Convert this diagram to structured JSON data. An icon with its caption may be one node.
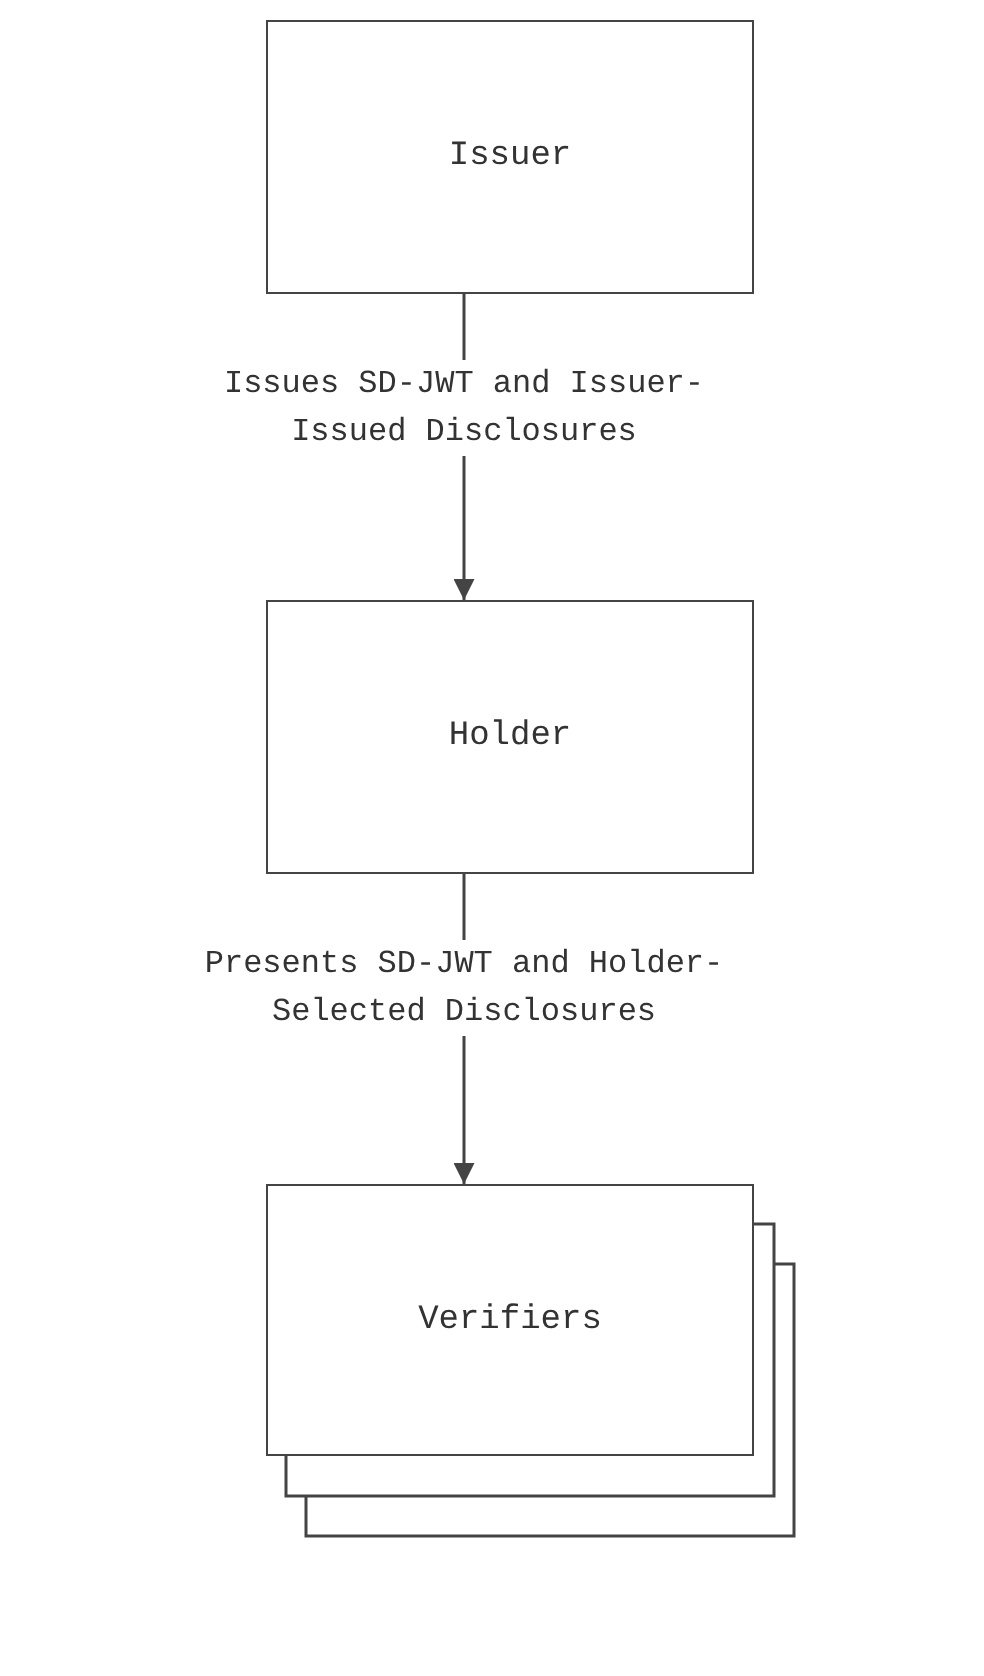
{
  "diagram": {
    "nodes": [
      {
        "text": [
          "Issuer"
        ]
      },
      {
        "text": [
          "Holder"
        ]
      },
      {
        "text": [
          "Verifiers"
        ]
      }
    ],
    "edges": [
      {
        "from": 0,
        "to": 1,
        "arrow": "to",
        "label": "Issues SD-JWT and Issuer-Issued Disclosures"
      },
      {
        "from": 1,
        "to": 2,
        "arrow": "to",
        "label": "Presents SD-JWT and Holder-Selected Disclosures"
      }
    ]
  }
}
